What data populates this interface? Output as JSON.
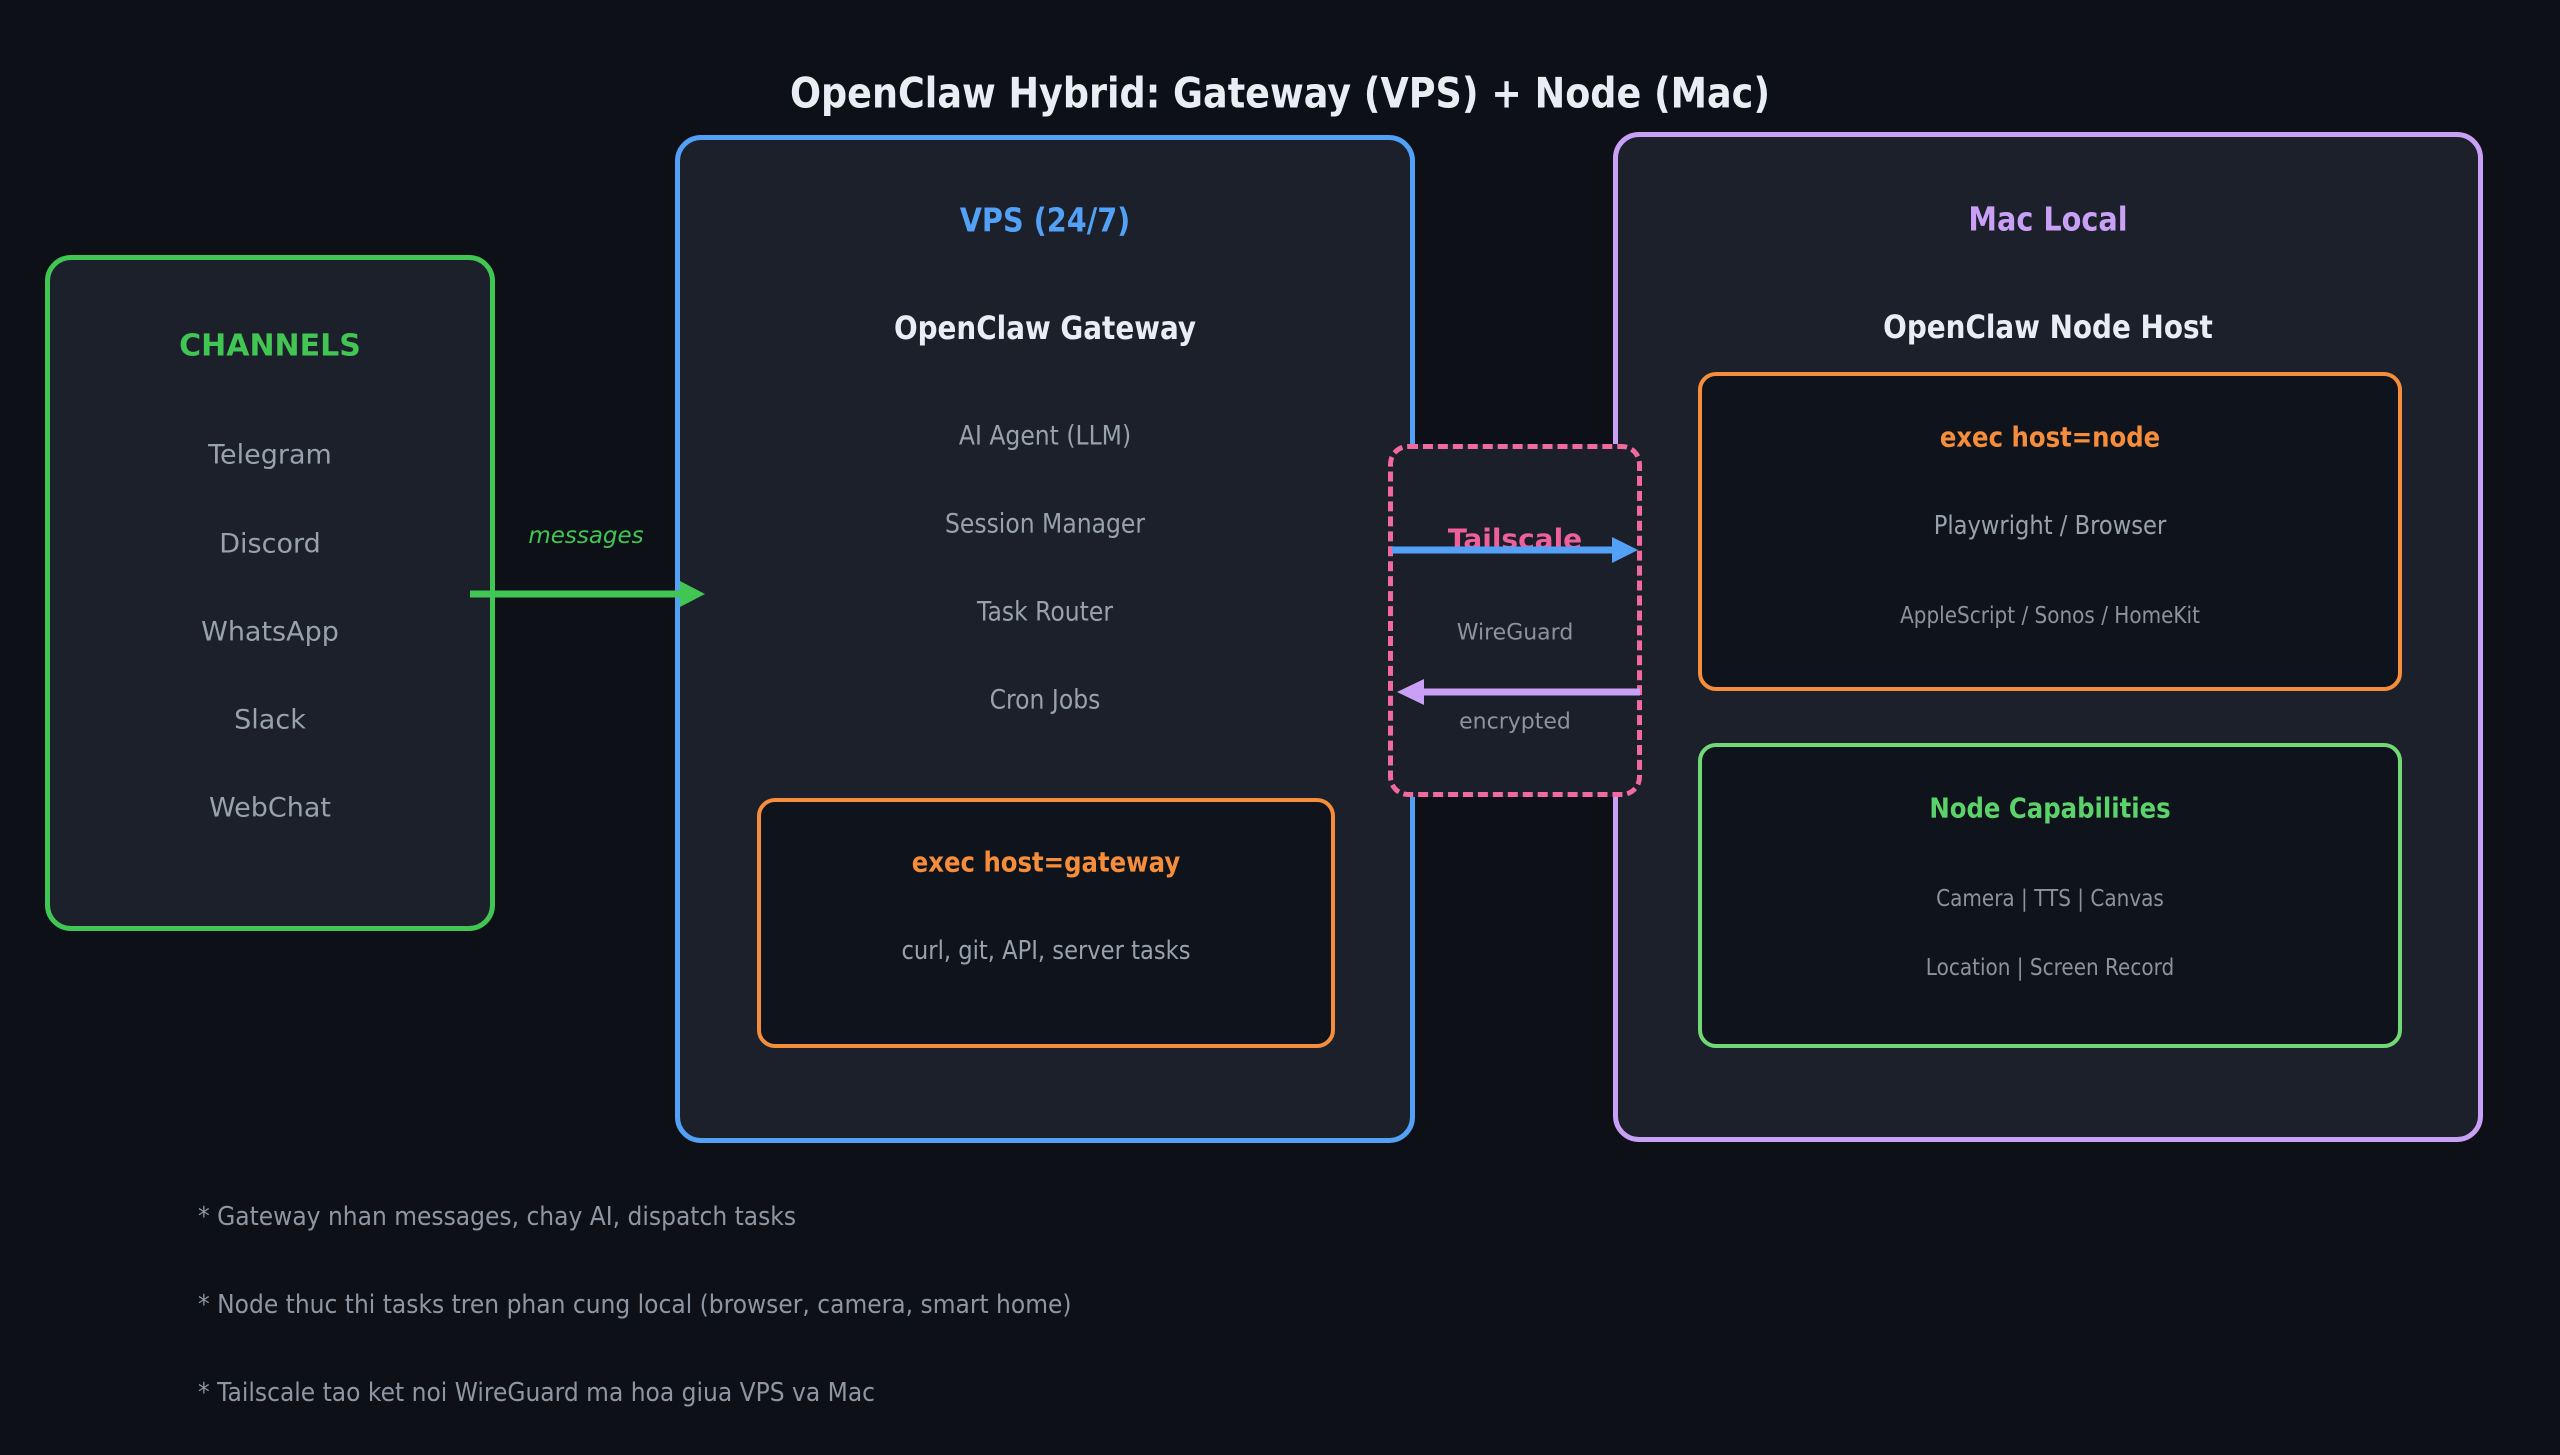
{
  "title": "OpenClaw Hybrid: Gateway (VPS) + Node (Mac)",
  "channels": {
    "title": "CHANNELS",
    "items": [
      "Telegram",
      "Discord",
      "WhatsApp",
      "Slack",
      "WebChat"
    ]
  },
  "flow": {
    "messages_label": "messages"
  },
  "vps": {
    "title": "VPS (24/7)",
    "subtitle": "OpenClaw Gateway",
    "components": [
      "AI Agent (LLM)",
      "Session Manager",
      "Task Router",
      "Cron Jobs"
    ],
    "exec_box": {
      "title": "exec host=gateway",
      "description": "curl, git, API, server tasks"
    }
  },
  "tunnel": {
    "title": "Tailscale",
    "protocol": "WireGuard",
    "security": "encrypted"
  },
  "mac": {
    "title": "Mac Local",
    "subtitle": "OpenClaw Node Host",
    "exec_box": {
      "title": "exec host=node",
      "lines": [
        "Playwright / Browser",
        "AppleScript / Sonos / HomeKit"
      ]
    },
    "capabilities_box": {
      "title": "Node Capabilities",
      "lines": [
        "Camera | TTS | Canvas",
        "Location | Screen Record"
      ]
    }
  },
  "notes": [
    "* Gateway nhan messages, chay AI, dispatch tasks",
    "* Node thuc thi tasks tren phan cung local (browser, camera, smart home)",
    "* Tailscale tao ket noi WireGuard ma hoa giua VPS va Mac"
  ],
  "colors": {
    "background": "#0d1017",
    "panel_fill": "#1b202b",
    "inner_fill": "#0f131b",
    "green": "#41c553",
    "light_green": "#72d876",
    "blue": "#53a0f7",
    "violet": "#c9a0f5",
    "orange": "#f68d3b",
    "pink": "#f0699f",
    "white_text": "#e9eef5",
    "gray_text": "#98a2ad"
  }
}
